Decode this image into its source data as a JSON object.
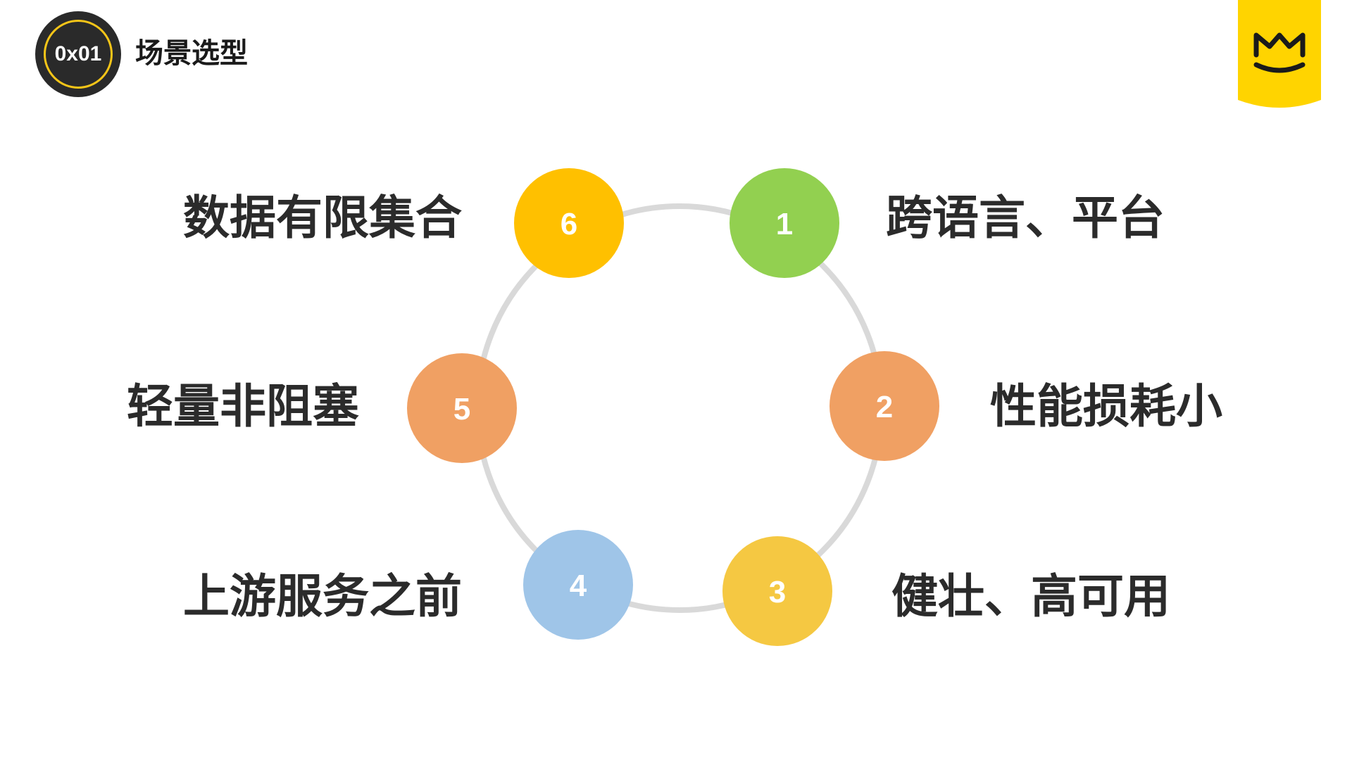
{
  "header": {
    "badge_text": "0x01",
    "title": "场景选型",
    "badge_ring_color": "#f5c518",
    "badge_color": "#2a2a2a"
  },
  "logo": {
    "icon": "crown-face-icon",
    "color": "#ffd400"
  },
  "diagram": {
    "ring_color": "#d9d9d9",
    "nodes": [
      {
        "number": "1",
        "label": "跨语言、平台",
        "color": "#92d050"
      },
      {
        "number": "2",
        "label": "性能损耗小",
        "color": "#f0a063"
      },
      {
        "number": "3",
        "label": "健壮、高可用",
        "color": "#f5c842"
      },
      {
        "number": "4",
        "label": "上游服务之前",
        "color": "#9fc5e8"
      },
      {
        "number": "5",
        "label": "轻量非阻塞",
        "color": "#f0a063"
      },
      {
        "number": "6",
        "label": "数据有限集合",
        "color": "#ffc000"
      }
    ]
  }
}
